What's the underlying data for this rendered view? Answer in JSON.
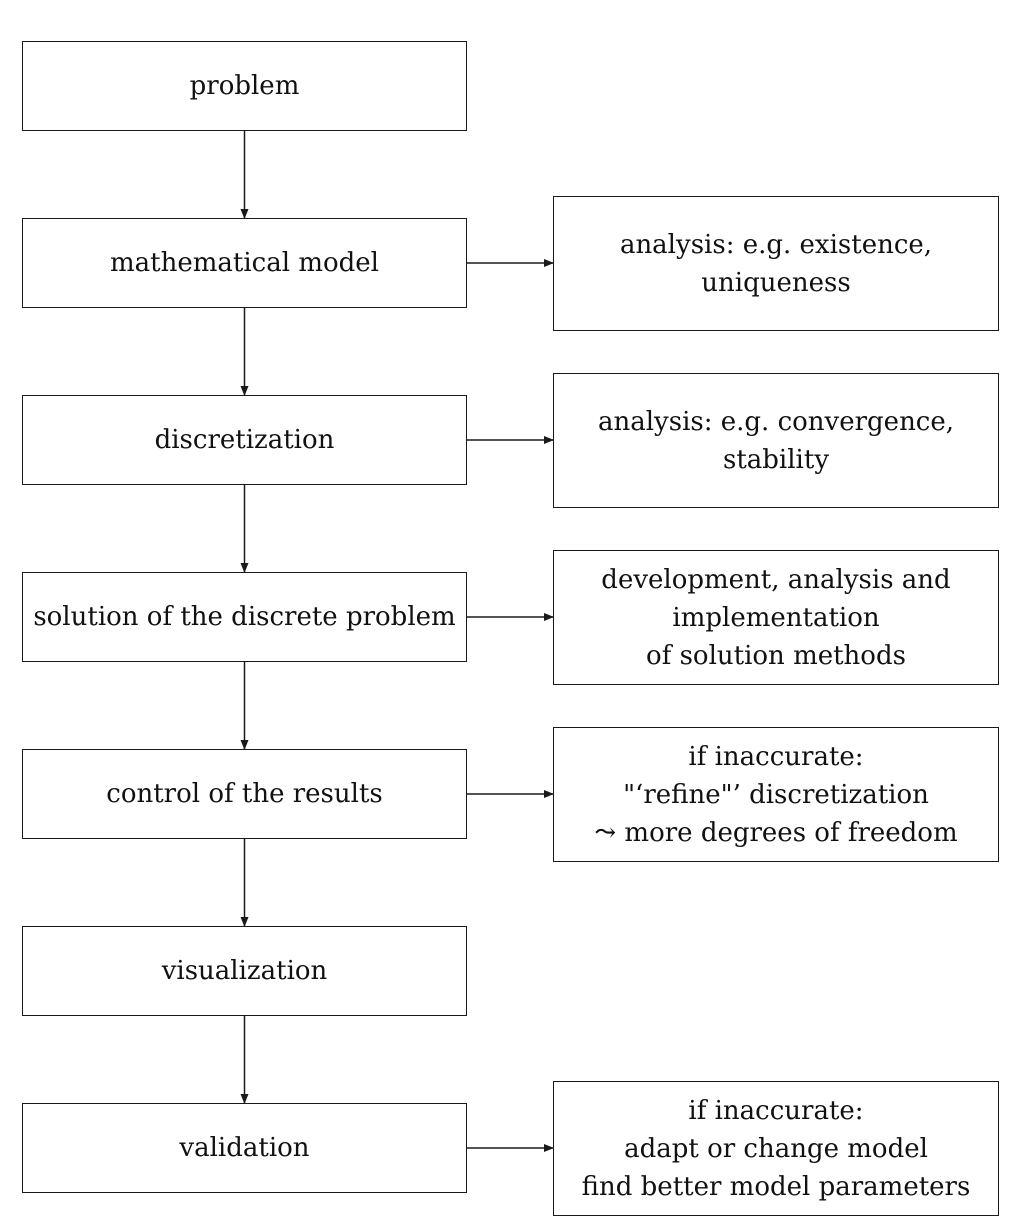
{
  "diagram": {
    "main_steps": [
      {
        "id": "problem",
        "label": "problem"
      },
      {
        "id": "model",
        "label": "mathematical model"
      },
      {
        "id": "discretization",
        "label": "discretization"
      },
      {
        "id": "solution",
        "label": "solution of the discrete problem"
      },
      {
        "id": "control",
        "label": "control of the results"
      },
      {
        "id": "visualization",
        "label": "visualization"
      },
      {
        "id": "validation",
        "label": "validation"
      }
    ],
    "side_notes": [
      {
        "attached_to": "model",
        "lines": [
          "analysis: e.g. existence,",
          "uniqueness"
        ]
      },
      {
        "attached_to": "discretization",
        "lines": [
          "analysis: e.g. convergence,",
          "stability"
        ]
      },
      {
        "attached_to": "solution",
        "lines": [
          "development, analysis and",
          "implementation",
          "of solution methods"
        ]
      },
      {
        "attached_to": "control",
        "lines": [
          "if inaccurate:",
          "\"‘refine\"’ discretization",
          "⤳ more degrees of freedom"
        ]
      },
      {
        "attached_to": "validation",
        "lines": [
          "if inaccurate:",
          "adapt or change model",
          "find better model parameters"
        ]
      }
    ],
    "line_color": "#1a1a1a"
  }
}
